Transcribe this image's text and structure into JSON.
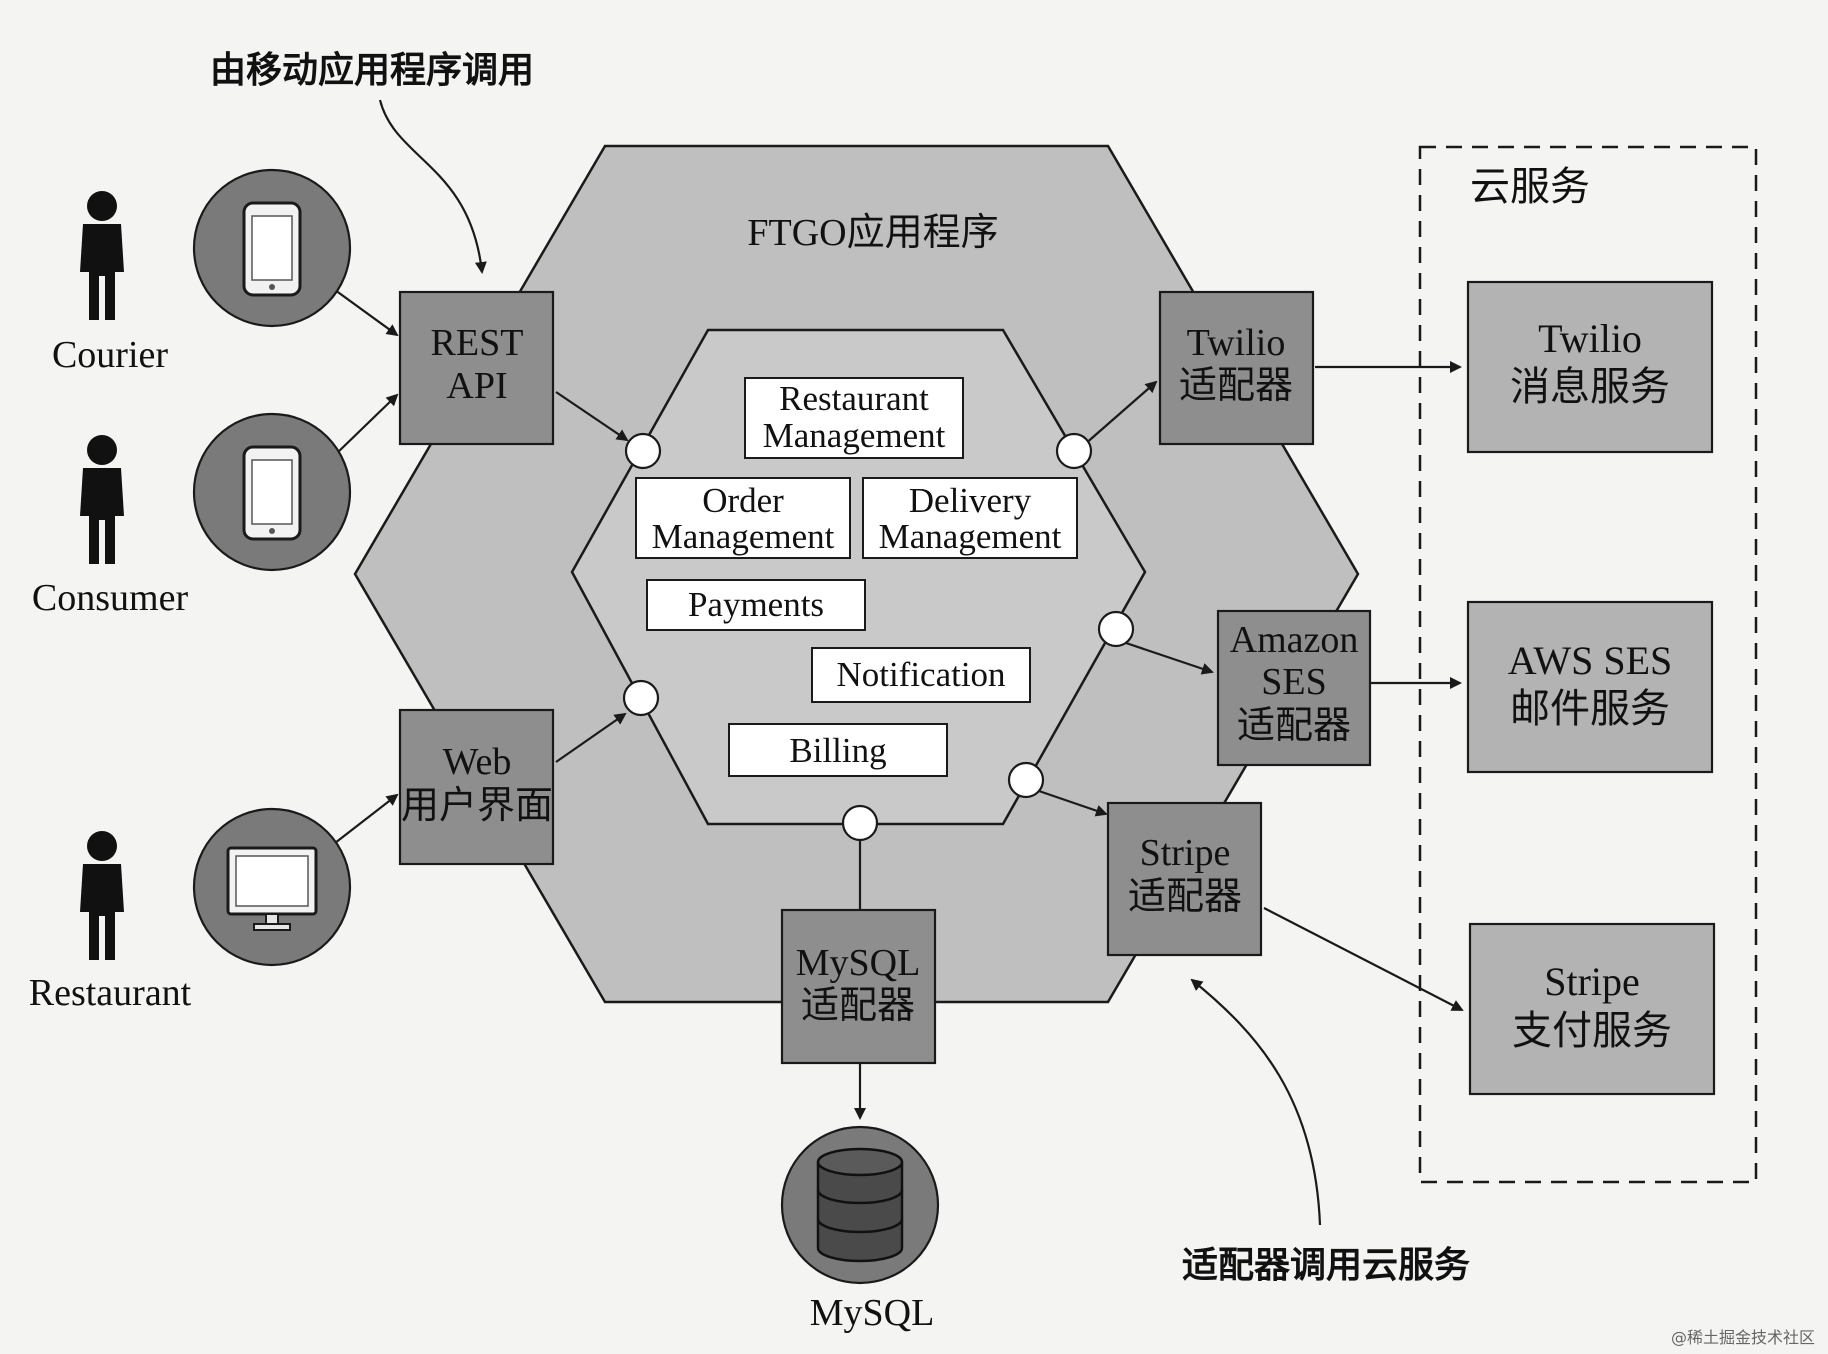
{
  "annotations": {
    "top": "由移动应用程序调用",
    "bottom": "适配器调用云服务"
  },
  "app_title": "FTGO应用程序",
  "actors": {
    "courier": "Courier",
    "consumer": "Consumer",
    "restaurant": "Restaurant"
  },
  "inbound_adapters": {
    "rest_api": [
      "REST",
      "API"
    ],
    "web_ui": [
      "Web",
      "用户界面"
    ]
  },
  "outbound_adapters": {
    "twilio": [
      "Twilio",
      "适配器"
    ],
    "ses": [
      "Amazon",
      "SES",
      "适配器"
    ],
    "stripe": [
      "Stripe",
      "适配器"
    ],
    "mysql": [
      "MySQL",
      "适配器"
    ]
  },
  "modules": {
    "restaurant": [
      "Restaurant",
      "Management"
    ],
    "order": [
      "Order",
      "Management"
    ],
    "delivery": [
      "Delivery",
      "Management"
    ],
    "payments": "Payments",
    "notification": "Notification",
    "billing": "Billing"
  },
  "cloud": {
    "title": "云服务",
    "twilio": [
      "Twilio",
      "消息服务"
    ],
    "ses": [
      "AWS SES",
      "邮件服务"
    ],
    "stripe": [
      "Stripe",
      "支付服务"
    ]
  },
  "database": {
    "label": "MySQL"
  },
  "watermark": "@稀土掘金技术社区",
  "icons": {
    "person": "person-icon",
    "phone": "smartphone-icon",
    "monitor": "monitor-icon",
    "database": "database-icon"
  },
  "colors": {
    "outer_hex": "#bfbfbf",
    "inner_hex": "#c9c9c9",
    "adapter_box": "#8e8e8e",
    "cloud_box": "#b3b3b3",
    "device_circle": "#7a7a7a",
    "line": "#1a1a1a"
  }
}
